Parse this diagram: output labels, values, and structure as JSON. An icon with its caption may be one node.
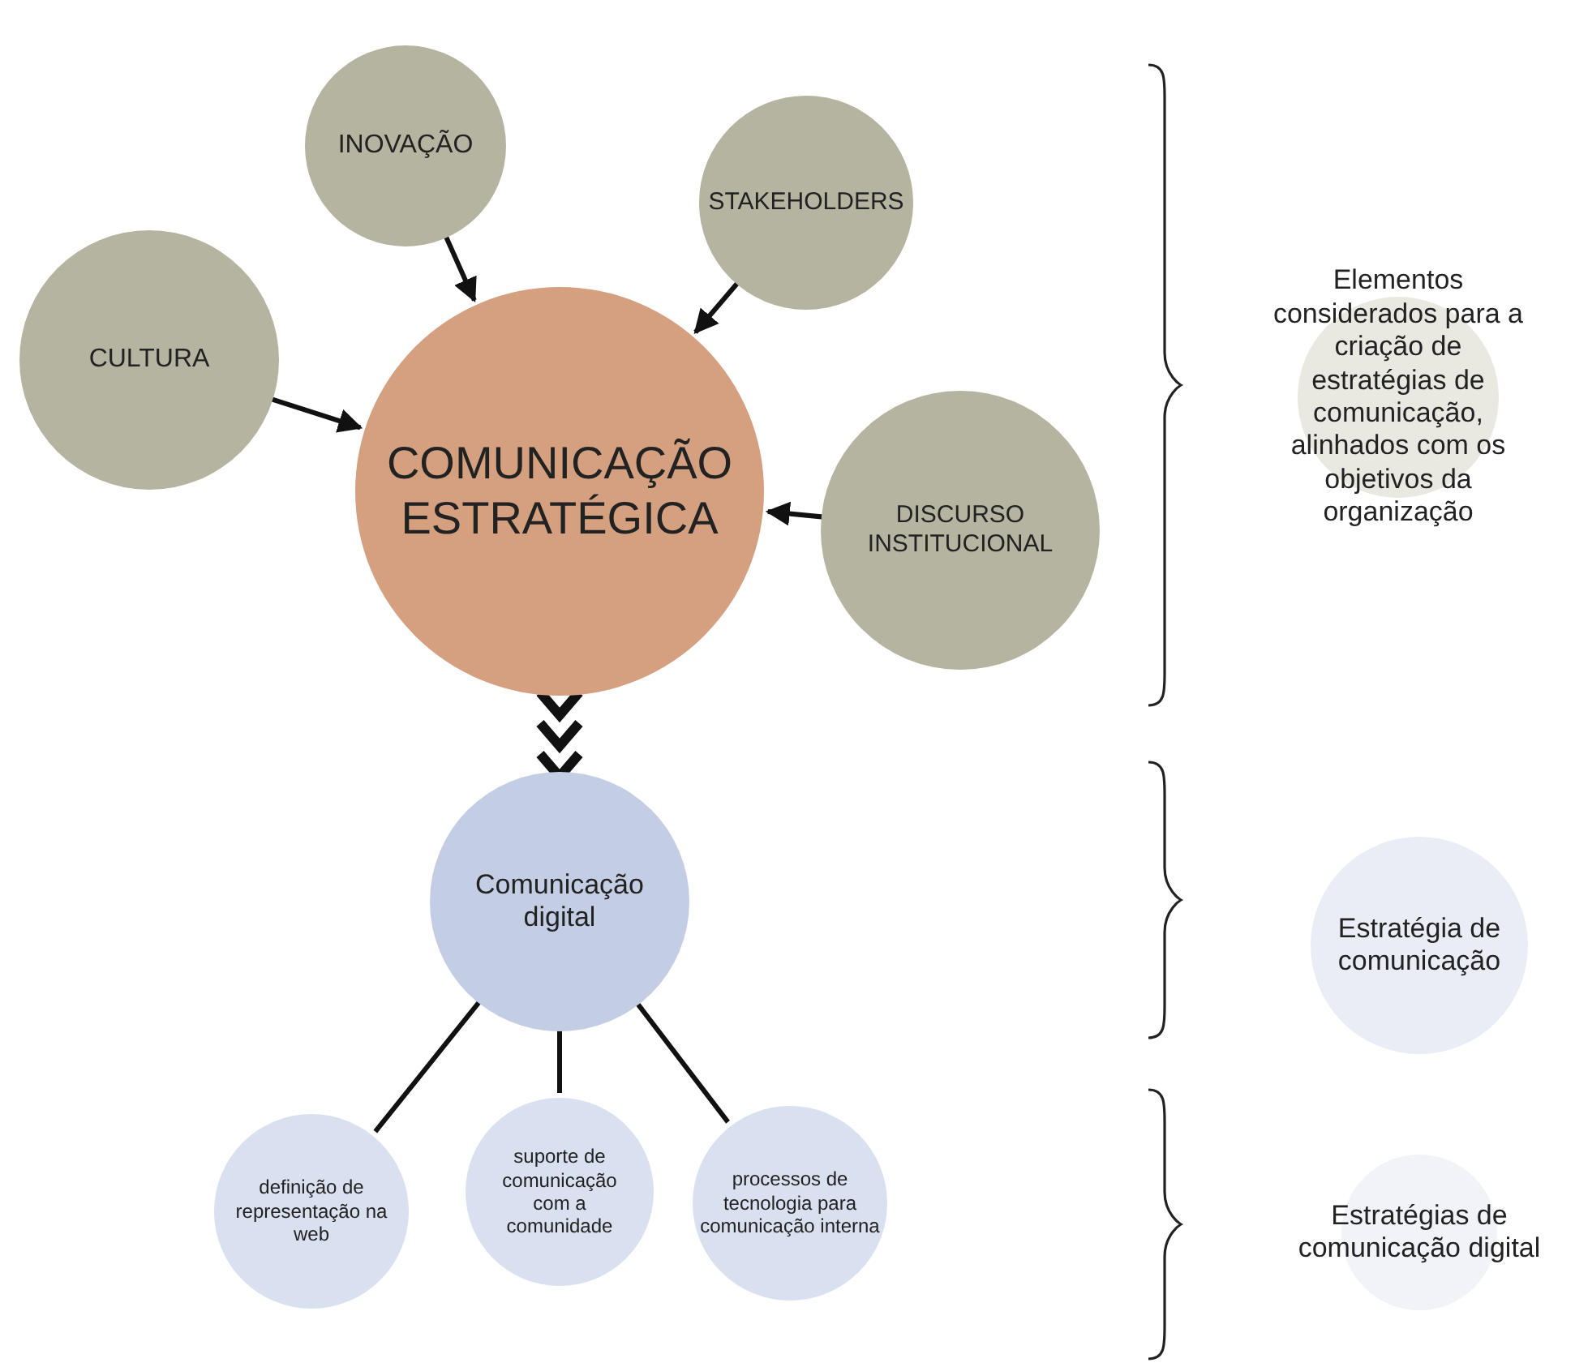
{
  "diagram": {
    "nodes": [
      {
        "text": [
          "INOVAÇÃO"
        ]
      },
      {
        "text": [
          "STAKEHOLDERS"
        ]
      },
      {
        "text": [
          "CULTURA"
        ]
      },
      {
        "text": [
          "COMUNICAÇÃO ESTRATÉGICA"
        ]
      },
      {
        "text": [
          "DISCURSO INSTITUCIONAL"
        ]
      },
      {
        "text": [
          "Comunicação digital"
        ]
      },
      {
        "text": [
          "definição de representação na web"
        ]
      },
      {
        "text": [
          "suporte de comunicação com a comunidade"
        ]
      },
      {
        "text": [
          "processos de tecnologia para comunicação interna"
        ]
      },
      {
        "text": [
          "Elementos considerados para a criação de estratégias de comunicação, alinhados com os objetivos da organização"
        ]
      },
      {
        "text": [
          "Estratégia de comunicação"
        ]
      },
      {
        "text": [
          "Estratégias de comunicação digital"
        ]
      }
    ],
    "edges": [
      {
        "from": 2,
        "to": 3,
        "arrow": "to"
      },
      {
        "from": 0,
        "to": 3,
        "arrow": "to"
      },
      {
        "from": 1,
        "to": 3,
        "arrow": "to"
      },
      {
        "from": 4,
        "to": 3,
        "arrow": "to"
      },
      {
        "from": 3,
        "to": 5,
        "arrow": "to",
        "style": "thick"
      },
      {
        "from": 5,
        "to": 6,
        "arrow": "none"
      },
      {
        "from": 5,
        "to": 7,
        "arrow": "none"
      },
      {
        "from": 5,
        "to": 8,
        "arrow": "none"
      }
    ]
  }
}
